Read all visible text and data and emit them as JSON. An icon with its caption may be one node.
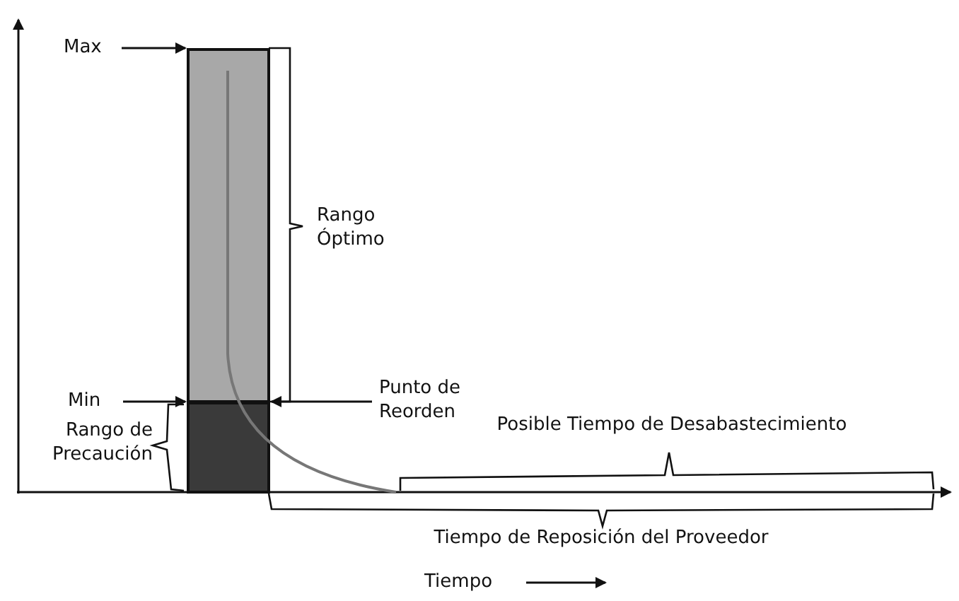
{
  "diagram": {
    "nodes": [
      {
        "text": [
          "Max"
        ]
      },
      {
        "text": [],
        "shape": "bar"
      },
      {
        "text": [
          "Min"
        ]
      },
      {
        "text": [],
        "shape": "bar"
      },
      {
        "text": [
          "Punto de Reorden"
        ]
      }
    ],
    "edges": [
      {
        "from": 0,
        "to": 1,
        "arrow": "to"
      },
      {
        "from": 2,
        "to": 3,
        "arrow": "to"
      },
      {
        "from": 4,
        "to": 1,
        "arrow": "to"
      }
    ],
    "labels": [
      "Rango Óptimo",
      "Rango de Precaución",
      "Posible Tiempo de Desabastecimiento",
      "Tiempo de Reposición del Proveedor",
      "Tiempo"
    ]
  }
}
